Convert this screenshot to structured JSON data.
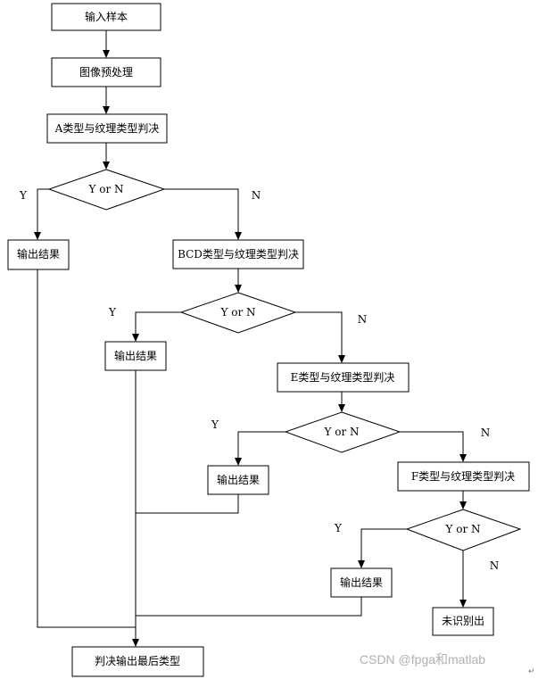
{
  "nodes": {
    "input": "输入样本",
    "preprocess": "图像预处理",
    "a_decide": "A类型与纹理类型判决",
    "d1": "Y or N",
    "out1": "输出结果",
    "bcd_decide": "BCD类型与纹理类型判决",
    "d2": "Y or N",
    "out2": "输出结果",
    "e_decide": "E类型与纹理类型判决",
    "d3": "Y or N",
    "out3": "输出结果",
    "f_decide": "F类型与纹理类型判决",
    "d4": "Y or N",
    "out4": "输出结果",
    "unrecognized": "未识别出",
    "final": "判决输出最后类型"
  },
  "edge_labels": {
    "yes": "Y",
    "no": "N"
  },
  "watermark": "CSDN @fpga和matlab",
  "corner_mark": "↵"
}
